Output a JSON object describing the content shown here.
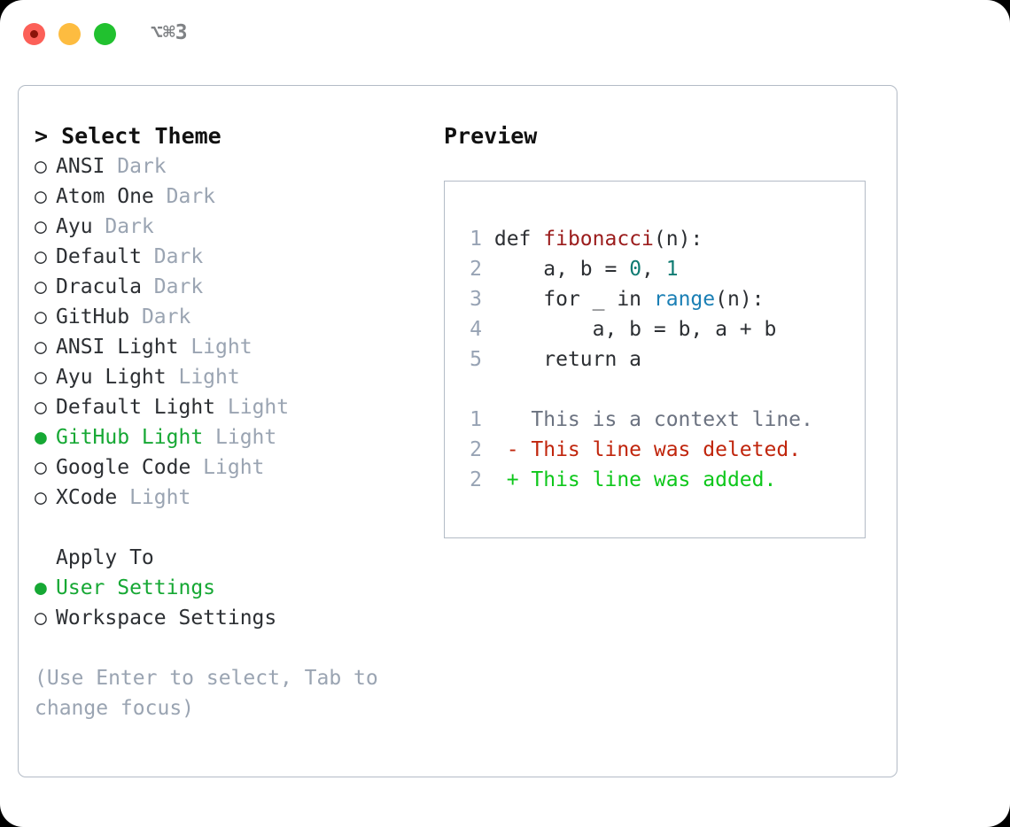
{
  "titlebar": {
    "shortcut": "⌥⌘3",
    "buttons": {
      "close": "close",
      "minimize": "minimize",
      "maximize": "maximize"
    }
  },
  "colors": {
    "accent_green": "#16a834",
    "muted": "#9aa4b2",
    "text": "#2c2f33",
    "border": "#b3bbc6",
    "diff_add": "#0ec71b",
    "diff_del": "#c0250c",
    "syntax_function": "#9b1c1c",
    "syntax_number": "#0f7b72",
    "syntax_builtin": "#1a7fb5"
  },
  "theme_list": {
    "header": "> Select Theme",
    "bullet_unselected": "○",
    "bullet_selected": "●",
    "items": [
      {
        "name": "ANSI",
        "variant": "Dark",
        "selected": false
      },
      {
        "name": "Atom One",
        "variant": "Dark",
        "selected": false
      },
      {
        "name": "Ayu",
        "variant": "Dark",
        "selected": false
      },
      {
        "name": "Default",
        "variant": "Dark",
        "selected": false
      },
      {
        "name": "Dracula",
        "variant": "Dark",
        "selected": false
      },
      {
        "name": "GitHub",
        "variant": "Dark",
        "selected": false
      },
      {
        "name": "ANSI Light",
        "variant": "Light",
        "selected": false
      },
      {
        "name": "Ayu Light",
        "variant": "Light",
        "selected": false
      },
      {
        "name": "Default Light",
        "variant": "Light",
        "selected": false
      },
      {
        "name": "GitHub Light",
        "variant": "Light",
        "selected": true
      },
      {
        "name": "Google Code",
        "variant": "Light",
        "selected": false
      },
      {
        "name": "XCode",
        "variant": "Light",
        "selected": false
      }
    ]
  },
  "apply_to": {
    "header": "Apply To",
    "options": [
      {
        "label": "User Settings",
        "selected": true
      },
      {
        "label": "Workspace Settings",
        "selected": false
      }
    ]
  },
  "hint": "(Use Enter to select, Tab to change focus)",
  "preview": {
    "header": "Preview",
    "code_lines": [
      {
        "no": "1",
        "tokens": [
          {
            "t": "def ",
            "c": "plain"
          },
          {
            "t": "fibonacci",
            "c": "fn"
          },
          {
            "t": "(n):",
            "c": "plain"
          }
        ]
      },
      {
        "no": "2",
        "tokens": [
          {
            "t": "    a, b = ",
            "c": "plain"
          },
          {
            "t": "0",
            "c": "num"
          },
          {
            "t": ", ",
            "c": "plain"
          },
          {
            "t": "1",
            "c": "num"
          }
        ]
      },
      {
        "no": "3",
        "tokens": [
          {
            "t": "    for _ in ",
            "c": "plain"
          },
          {
            "t": "range",
            "c": "builtin"
          },
          {
            "t": "(n):",
            "c": "plain"
          }
        ]
      },
      {
        "no": "4",
        "tokens": [
          {
            "t": "        a, b = b, a + b",
            "c": "plain"
          }
        ]
      },
      {
        "no": "5",
        "tokens": [
          {
            "t": "    return a",
            "c": "plain"
          }
        ]
      }
    ],
    "diff_lines": [
      {
        "no": "1",
        "marker": "  ",
        "text": "This is a context line.",
        "kind": "context"
      },
      {
        "no": "2",
        "marker": "- ",
        "text": "This line was deleted.",
        "kind": "del"
      },
      {
        "no": "2",
        "marker": "+ ",
        "text": "This line was added.",
        "kind": "add"
      }
    ]
  }
}
